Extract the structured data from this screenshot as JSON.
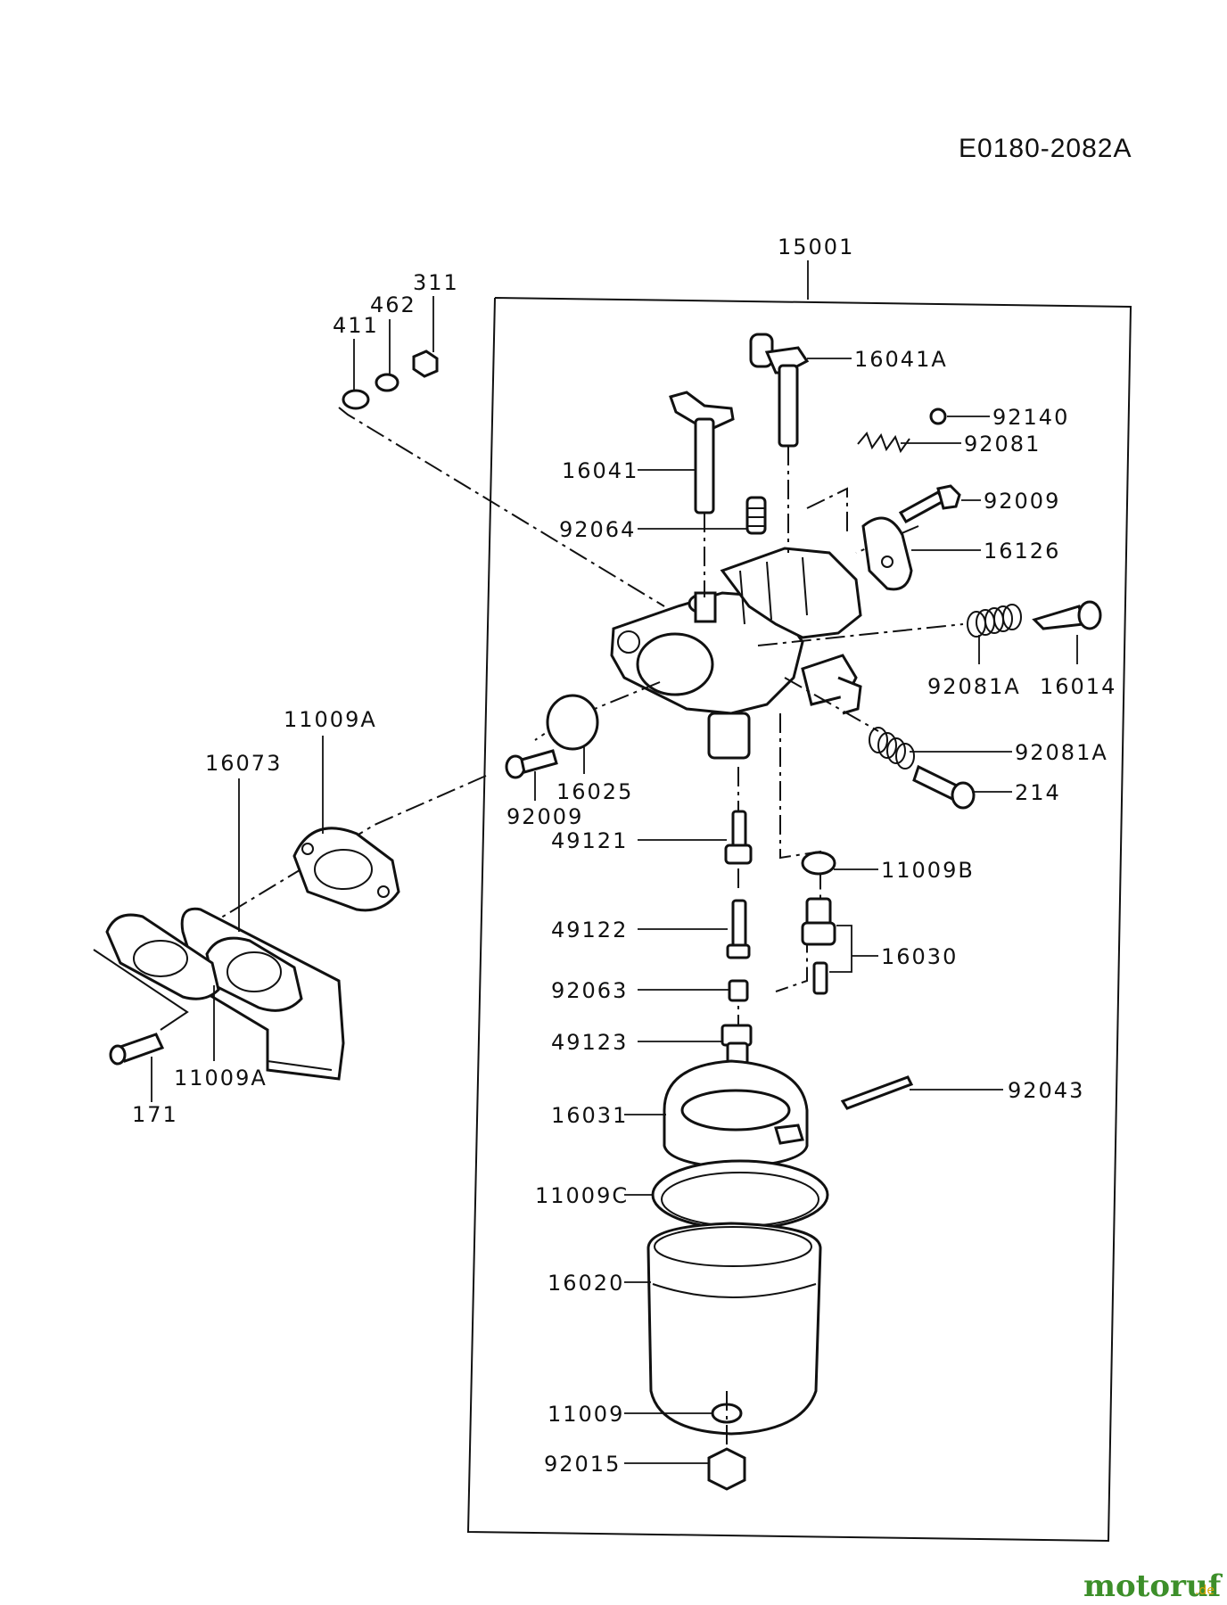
{
  "diagram_code": "E0180-2082A",
  "watermark": {
    "brand": "motoruf",
    "tld": ".de"
  },
  "labels": {
    "p15001": "15001",
    "p311": "311",
    "p462": "462",
    "p411": "411",
    "p16041A": "16041A",
    "p92140": "92140",
    "p92081": "92081",
    "p16041": "16041",
    "p92009_top": "92009",
    "p92064": "92064",
    "p16126": "16126",
    "p92081A_top": "92081A",
    "p16014": "16014",
    "p11009A_top": "11009A",
    "p16073": "16073",
    "p92081A_mid": "92081A",
    "p16025": "16025",
    "p214": "214",
    "p92009_left": "92009",
    "p49121": "49121",
    "p11009B": "11009B",
    "p49122": "49122",
    "p16030": "16030",
    "p92063": "92063",
    "p49123": "49123",
    "p11009A_bot": "11009A",
    "p171": "171",
    "p92043": "92043",
    "p16031": "16031",
    "p11009C": "11009C",
    "p16020": "16020",
    "p11009": "11009",
    "p92015": "92015"
  }
}
